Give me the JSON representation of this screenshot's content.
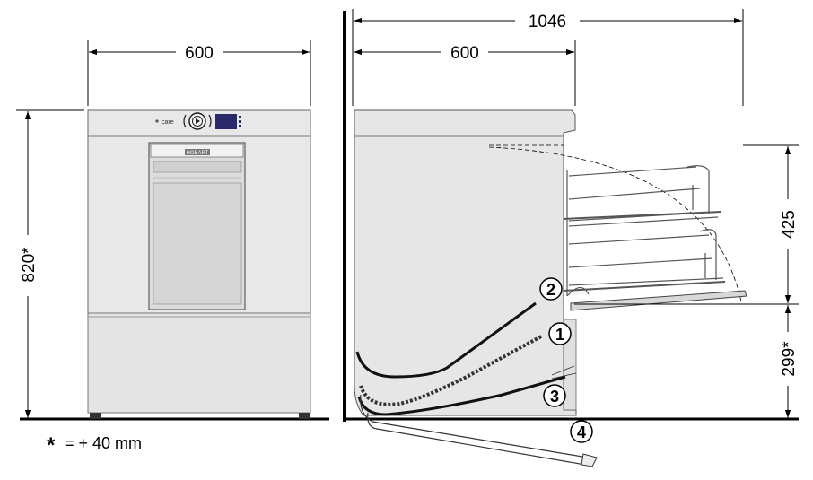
{
  "dimensions": {
    "front_width": "600",
    "front_height": "820*",
    "side_total_depth": "1046",
    "side_depth": "600",
    "open_door_height": "425",
    "door_bottom_height": "299*"
  },
  "front_panel": {
    "brand_text": "care",
    "logo_text": "HOBART"
  },
  "callouts": [
    "1",
    "2",
    "3",
    "4"
  ],
  "footnote": {
    "symbol": "*",
    "text": "= + 40 mm"
  },
  "colors": {
    "line": "#000000",
    "machine_body": "#e6e6e6",
    "machine_edge": "#555555",
    "display": "#2a2a6a"
  }
}
